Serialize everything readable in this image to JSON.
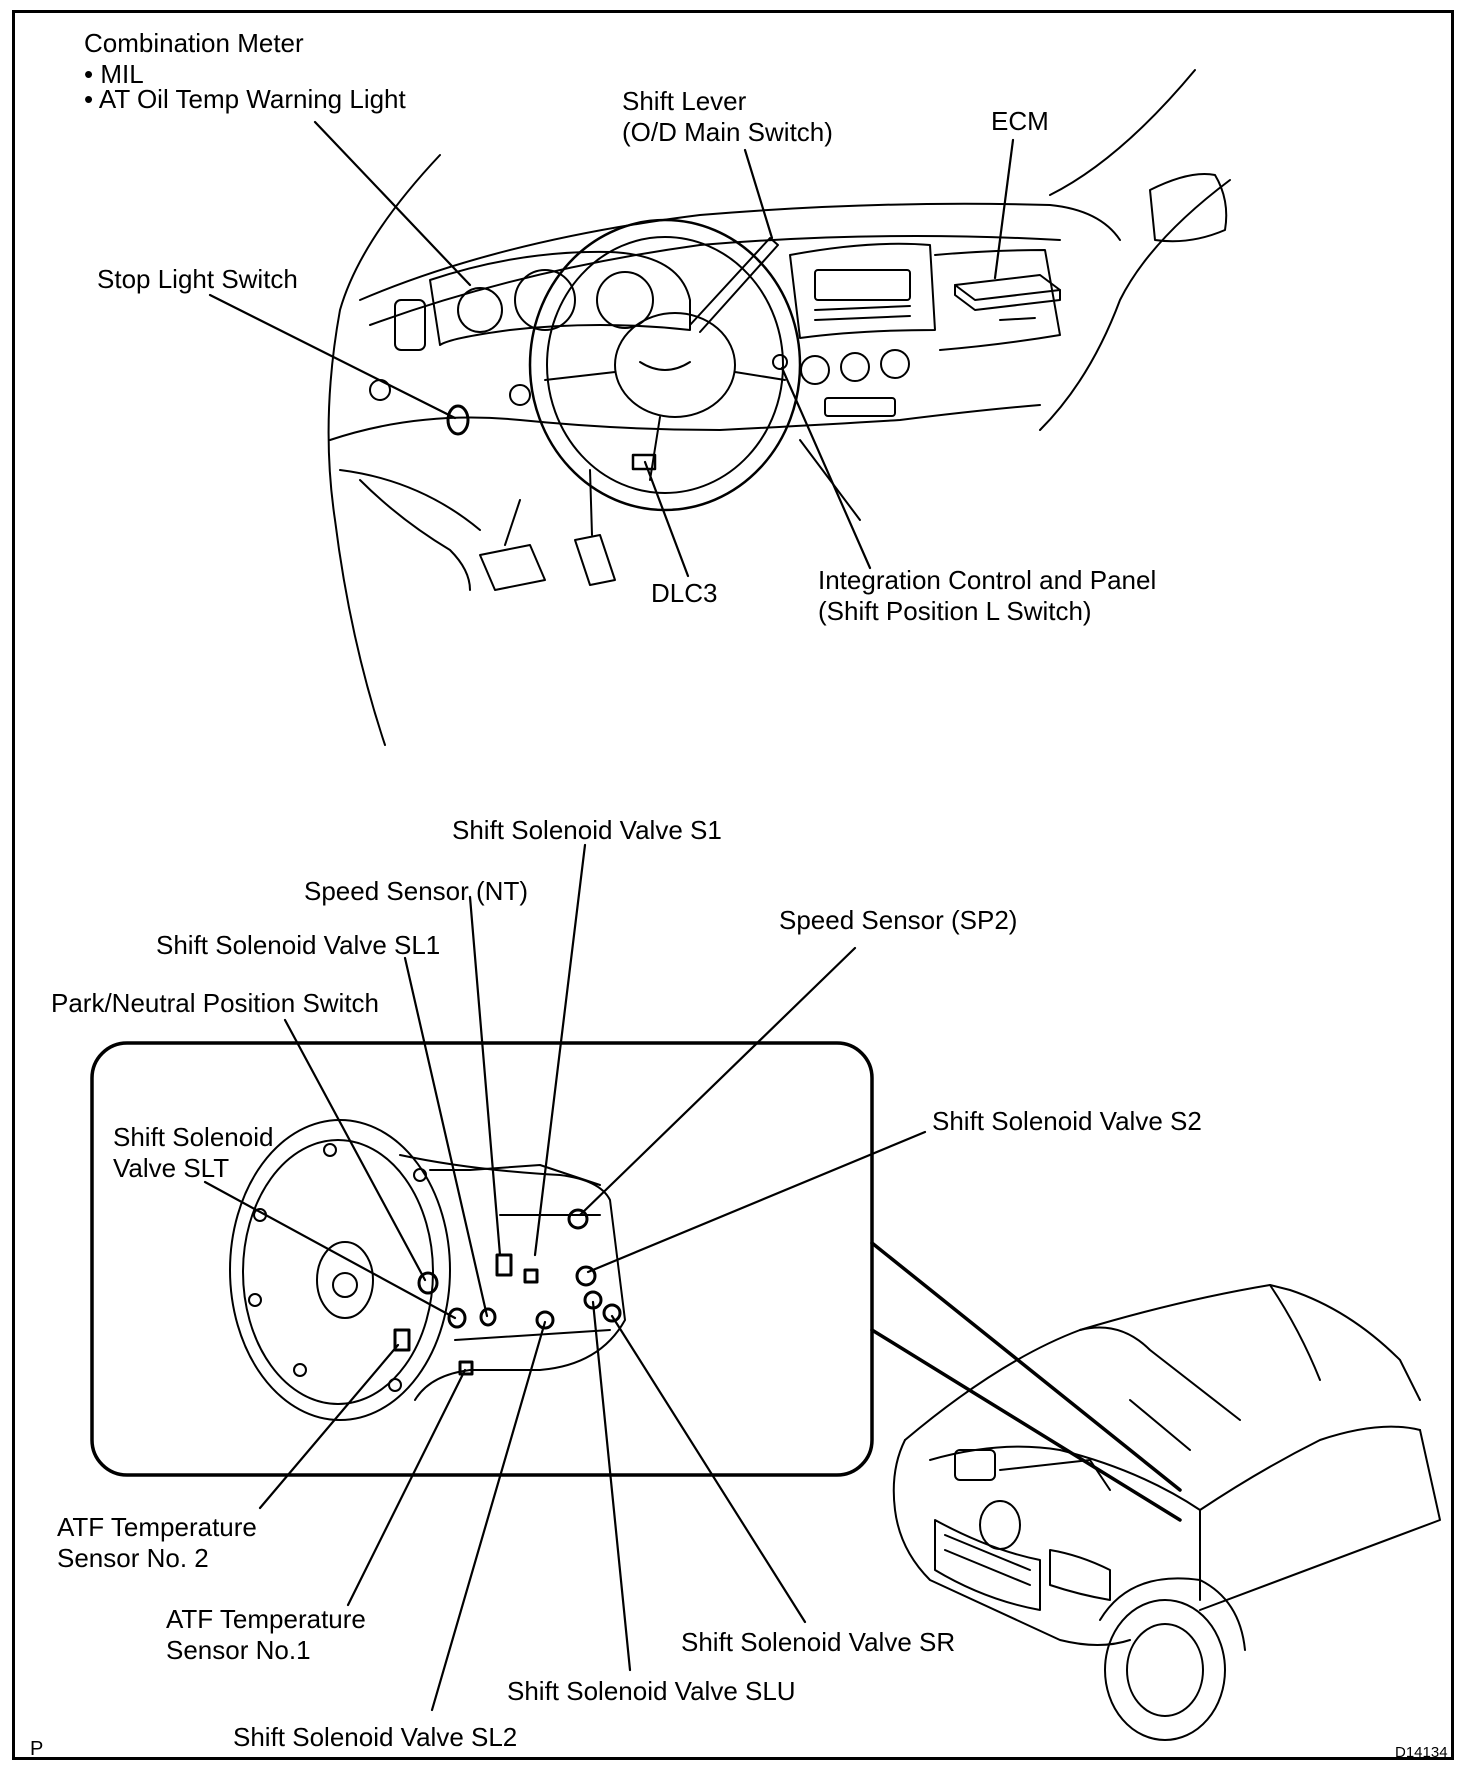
{
  "labels": {
    "combination_meter": {
      "title": "Combination Meter",
      "items": [
        "MIL",
        "AT Oil Temp Warning Light"
      ]
    },
    "shift_lever": [
      "Shift Lever",
      "(O/D Main Switch)"
    ],
    "ecm": "ECM",
    "stop_light_switch": "Stop Light Switch",
    "dlc3": "DLC3",
    "integration_control": [
      "Integration Control and Panel",
      "(Shift Position L Switch)"
    ],
    "shift_solenoid_s1": "Shift Solenoid Valve S1",
    "speed_sensor_nt": "Speed Sensor (NT)",
    "speed_sensor_sp2": "Speed Sensor (SP2)",
    "shift_solenoid_sl1": "Shift Solenoid Valve SL1",
    "park_neutral_switch": "Park/Neutral Position Switch",
    "shift_solenoid_slt": [
      "Shift Solenoid",
      "Valve SLT"
    ],
    "shift_solenoid_s2": "Shift Solenoid Valve S2",
    "atf_temp_sensor_2": [
      "ATF Temperature",
      "Sensor No. 2"
    ],
    "atf_temp_sensor_1": [
      "ATF Temperature",
      "Sensor No.1"
    ],
    "shift_solenoid_sr": "Shift Solenoid Valve SR",
    "shift_solenoid_slu": "Shift Solenoid Valve SLU",
    "shift_solenoid_sl2": "Shift Solenoid Valve SL2"
  },
  "corner_mark": "P",
  "figure_id": "D14134"
}
